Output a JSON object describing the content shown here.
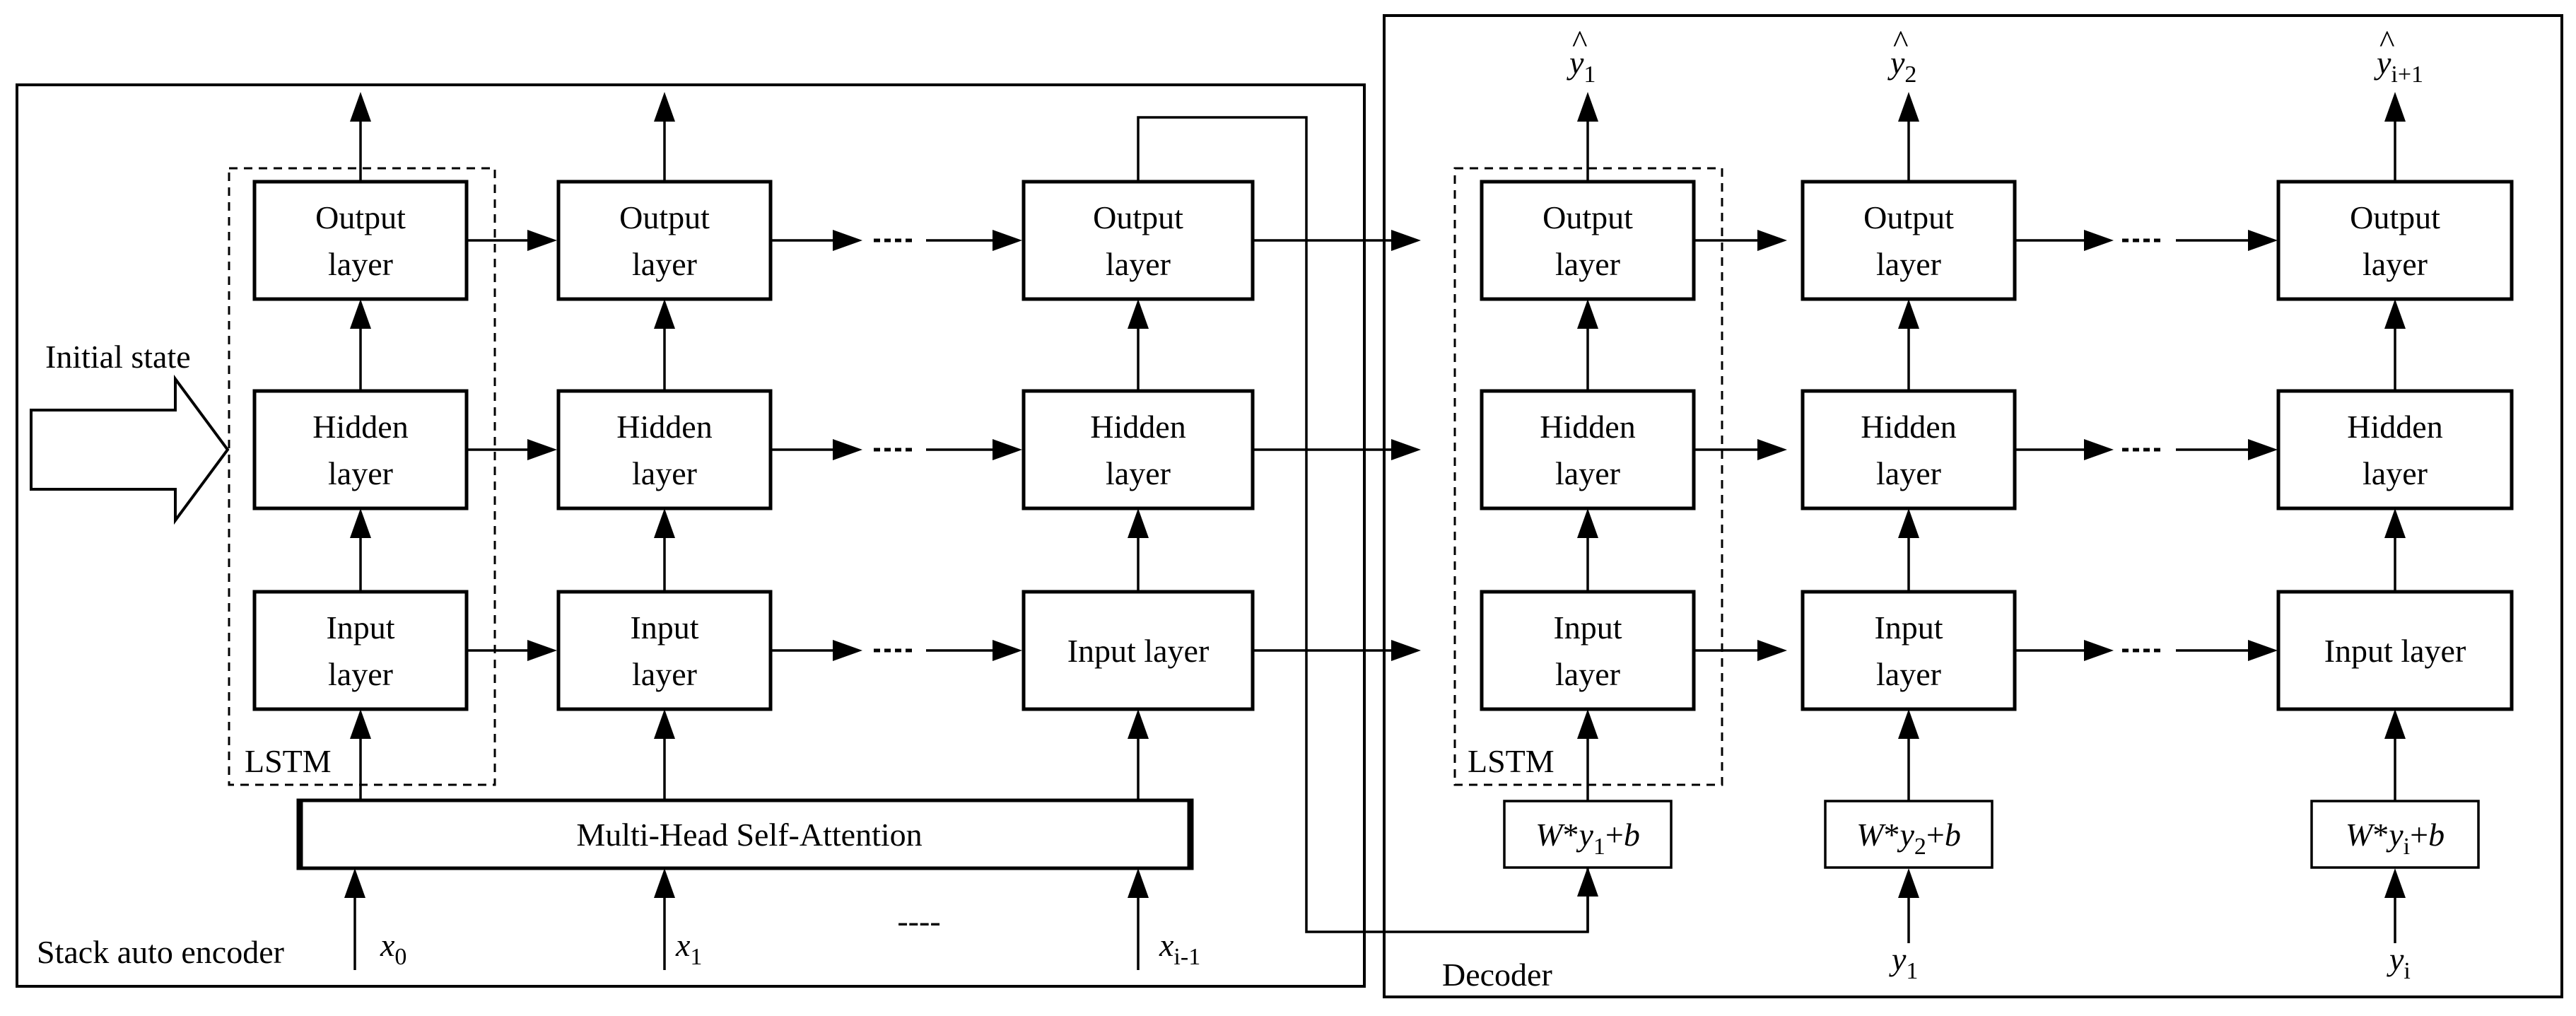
{
  "encoder": {
    "frame_label": "Stack auto encoder",
    "initial_state": "Initial state",
    "lstm_label": "LSTM",
    "attention": "Multi-Head Self-Attention",
    "cells": [
      {
        "output": [
          "Output",
          "layer"
        ],
        "hidden": [
          "Hidden",
          "layer"
        ],
        "input": [
          "Input",
          "layer"
        ]
      },
      {
        "output": [
          "Output",
          "layer"
        ],
        "hidden": [
          "Hidden",
          "layer"
        ],
        "input": [
          "Input",
          "layer"
        ]
      },
      {
        "output": [
          "Output",
          "layer"
        ],
        "hidden": [
          "Hidden",
          "layer"
        ],
        "input": [
          "Input layer"
        ]
      }
    ],
    "inputs": [
      {
        "base": "x",
        "sub": "0"
      },
      {
        "base": "x",
        "sub": "1"
      },
      {
        "base": "x",
        "sub": "i-1"
      }
    ],
    "ellipsis": "----"
  },
  "decoder": {
    "frame_label": "Decoder",
    "lstm_label": "LSTM",
    "cells": [
      {
        "output": [
          "Output",
          "layer"
        ],
        "hidden": [
          "Hidden",
          "layer"
        ],
        "input": [
          "Input",
          "layer"
        ]
      },
      {
        "output": [
          "Output",
          "layer"
        ],
        "hidden": [
          "Hidden",
          "layer"
        ],
        "input": [
          "Input",
          "layer"
        ]
      },
      {
        "output": [
          "Output",
          "layer"
        ],
        "hidden": [
          "Hidden",
          "layer"
        ],
        "input": [
          "Input layer"
        ]
      }
    ],
    "transforms": [
      {
        "w": "W",
        "star": "*",
        "y": "y",
        "sub": "1",
        "rest": "+",
        "b": "b"
      },
      {
        "w": "W",
        "star": "*",
        "y": "y",
        "sub": "2",
        "rest": "+",
        "b": "b"
      },
      {
        "w": "W",
        "star": "*",
        "y": "y",
        "sub": "i",
        "rest": "+",
        "b": "b"
      }
    ],
    "inputs": [
      {
        "base": "y",
        "sub": "1"
      },
      {
        "base": "y",
        "sub": "i"
      }
    ],
    "outputs": [
      {
        "hat": "^",
        "base": "y",
        "sub": "1"
      },
      {
        "hat": "^",
        "base": "y",
        "sub": "2"
      },
      {
        "hat": "^",
        "base": "y",
        "sub": "i+1"
      }
    ]
  }
}
